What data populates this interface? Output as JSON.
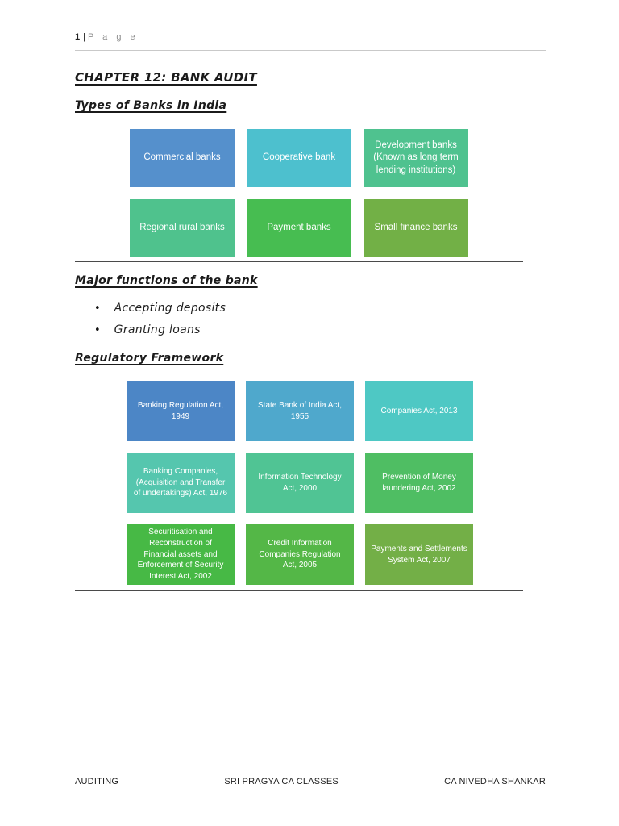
{
  "header": {
    "page_number": "1",
    "separator": "|",
    "page_word": "P a g e"
  },
  "title": "CHAPTER 12: BANK AUDIT",
  "sections": {
    "types": {
      "heading": "Types of Banks in India",
      "cells": [
        {
          "label": "Commercial banks",
          "color": "#5590CC"
        },
        {
          "label": "Cooperative bank",
          "color": "#4DC0CE"
        },
        {
          "label": "Development banks (Known as long term lending institutions)",
          "color": "#4FC28F"
        },
        {
          "label": "Regional rural banks",
          "color": "#4FC28D"
        },
        {
          "label": "Payment banks",
          "color": "#47BD51"
        },
        {
          "label": "Small finance banks",
          "color": "#72B046"
        }
      ]
    },
    "functions": {
      "heading": "Major functions of the bank",
      "bullet": "•",
      "items": [
        "Accepting deposits",
        "Granting loans"
      ]
    },
    "regulatory": {
      "heading": "Regulatory Framework",
      "cells": [
        {
          "label": "Banking Regulation Act, 1949",
          "color": "#4C86C6"
        },
        {
          "label": "State Bank of India Act, 1955",
          "color": "#4FA8CC"
        },
        {
          "label": "Companies Act, 2013",
          "color": "#4EC8C4"
        },
        {
          "label": "Banking Companies, (Acquisition and Transfer of undertakings) Act, 1976",
          "color": "#55C6AE"
        },
        {
          "label": "Information Technology Act, 2000",
          "color": "#50C494"
        },
        {
          "label": "Prevention of Money laundering Act, 2002",
          "color": "#4FBE63"
        },
        {
          "label": "Securitisation and Reconstruction of Financial assets and Enforcement of Security Interest Act, 2002",
          "color": "#47B945"
        },
        {
          "label": "Credit Information Companies Regulation Act, 2005",
          "color": "#54B747"
        },
        {
          "label": "Payments and Settlements System Act, 2007",
          "color": "#73AF47"
        }
      ]
    }
  },
  "footer": {
    "left": "AUDITING",
    "center": "SRI PRAGYA CA CLASSES",
    "right": "CA NIVEDHA SHANKAR"
  }
}
